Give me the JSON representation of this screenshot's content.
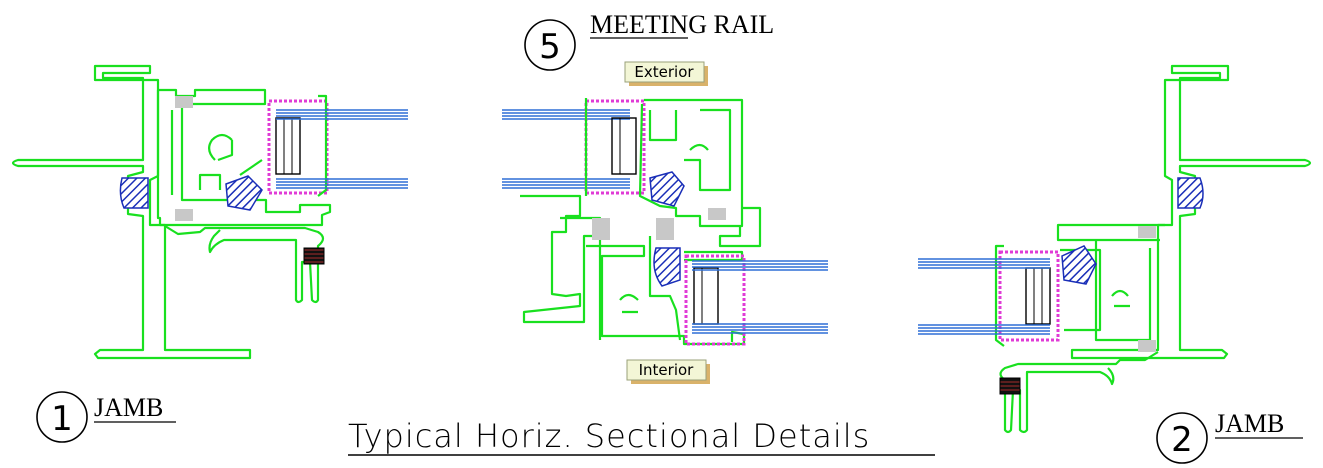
{
  "labels": {
    "meeting_rail_number": "5",
    "meeting_rail_label": "MEETING RAIL",
    "exterior_tag": "Exterior",
    "interior_tag": "Interior",
    "jamb_left_number": "1",
    "jamb_left_label": "JAMB",
    "jamb_right_number": "2",
    "jamb_right_label": "JAMB",
    "title": "Typical Horiz. Sectional Details"
  },
  "colors": {
    "profile": "#19e01f",
    "glass": "#2e6fd6",
    "gasket": "#e03bd6",
    "seal_block": "#c8c8c8",
    "weatherstrip": "#1a2fb8"
  }
}
